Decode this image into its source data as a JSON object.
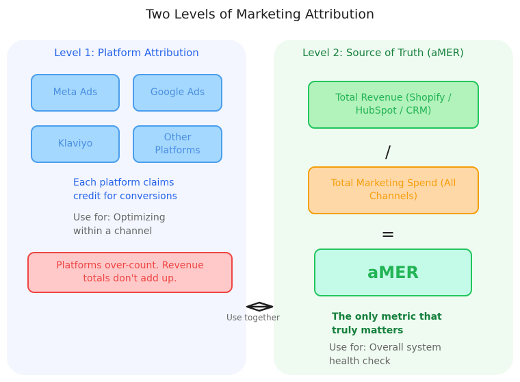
{
  "title": "Two Levels of Marketing Attribution",
  "level1": {
    "title": "Level 1: Platform Attribution",
    "platforms": [
      "Meta Ads",
      "Google Ads",
      "Klaviyo",
      "Other Platforms"
    ],
    "claim": "Each platform claims credit for conversions",
    "use_for": "Use for: Optimizing within a channel",
    "warning": "Platforms over-count. Revenue totals don't add up."
  },
  "connector": {
    "label": "Use together"
  },
  "level2": {
    "title": "Level 2: Source of Truth (aMER)",
    "revenue": "Total Revenue (Shopify / HubSpot / CRM)",
    "divide": "/",
    "spend": "Total Marketing Spend (All Channels)",
    "equals": "=",
    "result": "aMER",
    "note": "The only metric that truly matters",
    "use_for": "Use for: Overall system health check"
  }
}
